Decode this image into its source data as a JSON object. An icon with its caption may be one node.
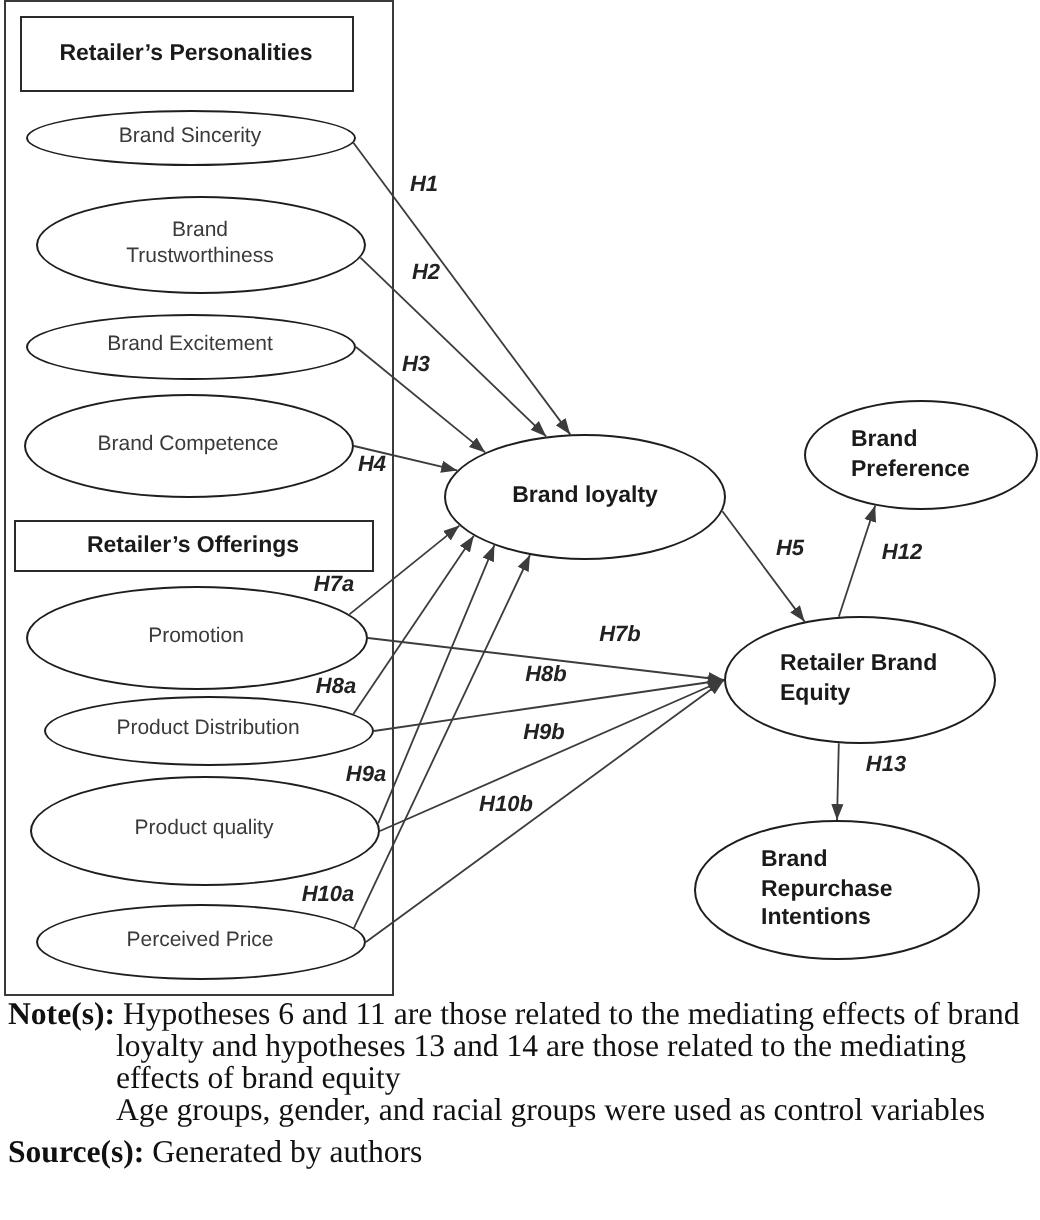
{
  "diagram": {
    "nodes": [
      {
        "text": [],
        "shape": "box"
      },
      {
        "text": [
          "Retailer’s Personalities"
        ],
        "in": 0
      },
      {
        "text": [
          "Brand Sincerity"
        ],
        "in": 0
      },
      {
        "text": [
          "Brand Trustworthiness"
        ],
        "in": 0
      },
      {
        "text": [
          "Brand Excitement"
        ],
        "in": 0
      },
      {
        "text": [
          "Brand Competence"
        ],
        "in": 0
      },
      {
        "text": [
          "Retailer’s Offerings"
        ],
        "in": 0
      },
      {
        "text": [
          "Promotion"
        ],
        "in": 0
      },
      {
        "text": [
          "Product Distribution"
        ],
        "in": 0
      },
      {
        "text": [
          "Product quality"
        ],
        "in": 0
      },
      {
        "text": [
          "Perceived Price"
        ],
        "in": 0
      },
      {
        "text": [
          "Brand loyalty"
        ]
      },
      {
        "text": [
          "Brand Preference"
        ]
      },
      {
        "text": [
          "Retailer Brand Equity"
        ]
      },
      {
        "text": [
          "Brand Repurchase Intentions"
        ]
      }
    ],
    "edges": [
      {
        "from": 2,
        "to": 11,
        "arrow": "to",
        "label": "H1"
      },
      {
        "from": 3,
        "to": 11,
        "arrow": "to",
        "label": "H2"
      },
      {
        "from": 4,
        "to": 11,
        "arrow": "to",
        "label": "H3"
      },
      {
        "from": 5,
        "to": 11,
        "arrow": "to",
        "label": "H4"
      },
      {
        "from": 11,
        "to": 13,
        "arrow": "to",
        "label": "H5"
      },
      {
        "from": 7,
        "to": 11,
        "arrow": "to",
        "label": "H7a"
      },
      {
        "from": 7,
        "to": 13,
        "arrow": "to",
        "label": "H7b"
      },
      {
        "from": 8,
        "to": 11,
        "arrow": "to",
        "label": "H8a"
      },
      {
        "from": 8,
        "to": 13,
        "arrow": "to",
        "label": "H8b"
      },
      {
        "from": 9,
        "to": 11,
        "arrow": "to",
        "label": "H9a"
      },
      {
        "from": 9,
        "to": 13,
        "arrow": "to",
        "label": "H9b"
      },
      {
        "from": 10,
        "to": 11,
        "arrow": "to",
        "label": "H10a"
      },
      {
        "from": 10,
        "to": 13,
        "arrow": "to",
        "label": "H10b"
      },
      {
        "from": 13,
        "to": 12,
        "arrow": "to",
        "label": "H12"
      },
      {
        "from": 13,
        "to": 14,
        "arrow": "to",
        "label": "H13"
      }
    ],
    "labels": [
      "**Note(s):** Hypotheses 6 and 11 are those related to the mediating effects of brand loyalty and hypotheses 13 and 14 are those related to the mediating effects of brand equity",
      "Age groups, gender, and racial groups were used as control variables",
      "**Source(s):** Generated by authors"
    ]
  }
}
